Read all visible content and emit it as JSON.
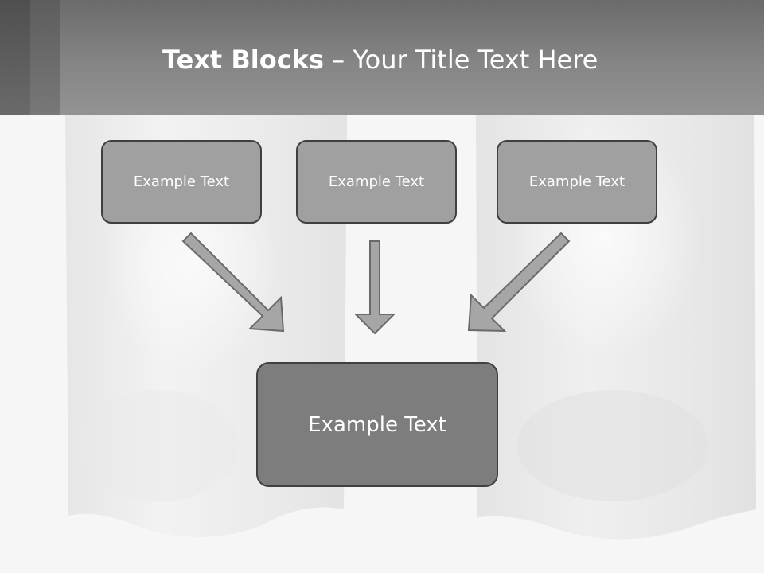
{
  "slide": {
    "title_bold": "Text Blocks",
    "title_separator": " – ",
    "title_rest": "Your Title Text Here"
  },
  "blocks": {
    "top": [
      {
        "label": "Example Text"
      },
      {
        "label": "Example Text"
      },
      {
        "label": "Example Text"
      }
    ],
    "main": {
      "label": "Example Text"
    }
  },
  "colors": {
    "header": "#858585",
    "box_fill": "#a0a0a0",
    "main_box_fill": "#7d7d7d",
    "box_border": "#404040",
    "arrow_fill": "#a6a6a6",
    "arrow_stroke": "#6a6a6a",
    "text": "#ffffff"
  }
}
